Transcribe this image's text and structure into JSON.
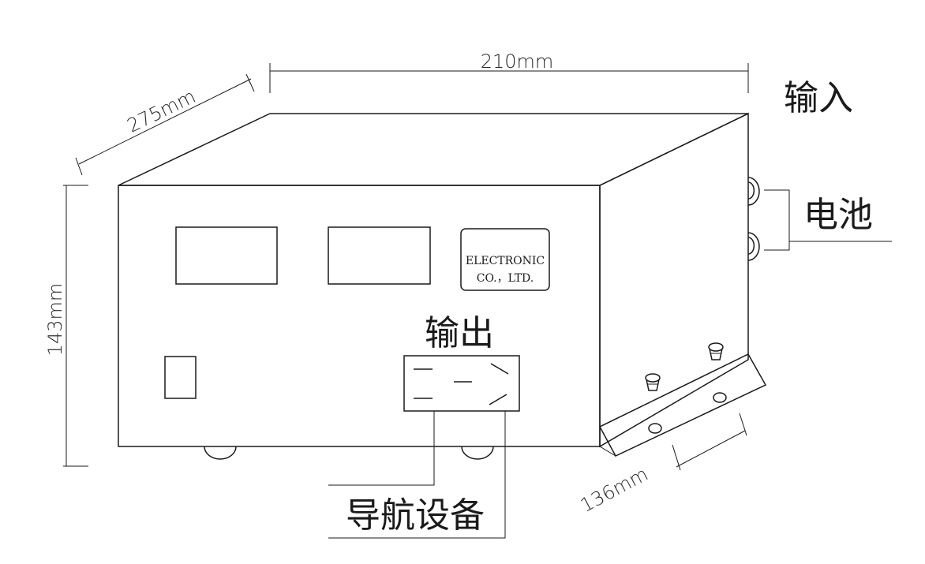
{
  "dimensions": {
    "width": "210mm",
    "depth": "275mm",
    "height": "143mm",
    "bracket": "136mm"
  },
  "labels": {
    "input": "输入",
    "battery": "电池",
    "output": "输出",
    "navigation": "导航设备"
  },
  "nameplate": {
    "line1": "ELECTRONIC",
    "line2": "CO.，LTD."
  }
}
